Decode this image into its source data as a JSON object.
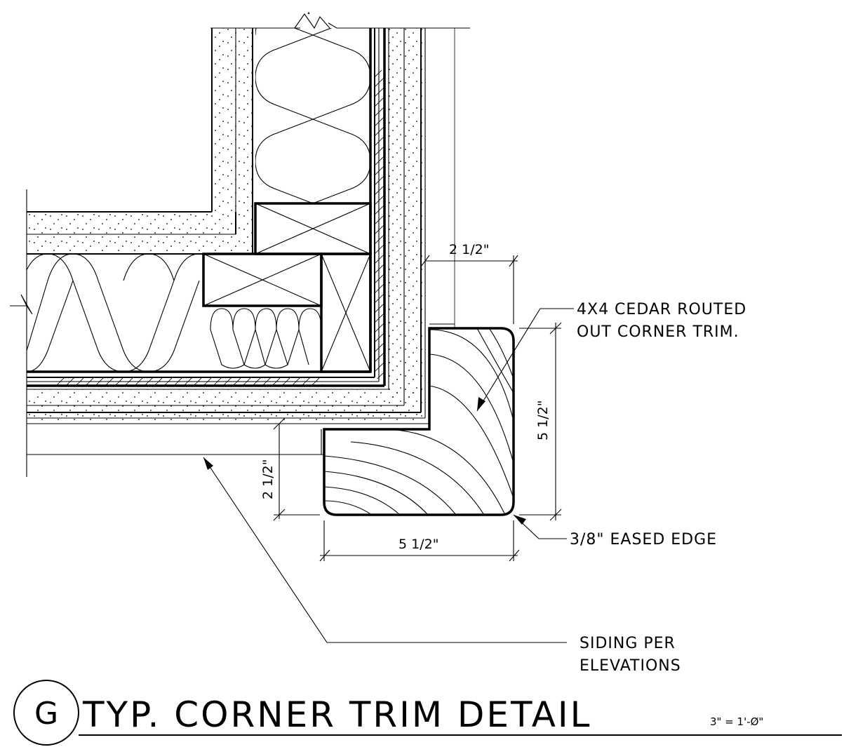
{
  "title": "TYP. CORNER TRIM DETAIL",
  "detail_tag": "G",
  "scale": "3\" = 1'-Ø\"",
  "notes": {
    "trim_line1": "4X4 CEDAR ROUTED",
    "trim_line2": "OUT CORNER TRIM.",
    "eased_edge": "3/8\" EASED EDGE",
    "siding_line1": "SIDING PER",
    "siding_line2": "ELEVATIONS"
  },
  "dimensions": {
    "top_width": "2 1/2\"",
    "right_height": "5 1/2\"",
    "left_height": "2 1/2\"",
    "bottom_width": "5 1/2\""
  }
}
